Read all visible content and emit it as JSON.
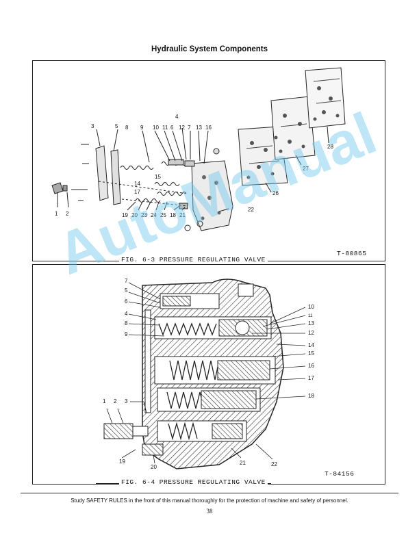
{
  "page": {
    "title": "Hydraulic System Components",
    "footer": "Study SAFETY RULES in the front of this manual thoroughly for the protection of machine and safety of personnel.",
    "page_number": "38"
  },
  "watermark": "AutoManual",
  "figure_1": {
    "caption": "FIG. 6-3  PRESSURE REGULATING VALVE",
    "figure_id": "T-80865",
    "callouts": [
      "1",
      "2",
      "3",
      "4",
      "5",
      "6",
      "7",
      "8",
      "9",
      "10",
      "11",
      "12",
      "13",
      "14",
      "15",
      "16",
      "17",
      "18",
      "19",
      "20",
      "21",
      "22",
      "23",
      "24",
      "25",
      "26",
      "27",
      "28"
    ]
  },
  "figure_2": {
    "caption": "FIG. 6-4  PRESSURE REGULATING VALVE",
    "figure_id": "T-84156",
    "callouts": [
      "1",
      "2",
      "3",
      "4",
      "5",
      "6",
      "7",
      "8",
      "9",
      "10",
      "11",
      "12",
      "13",
      "14",
      "15",
      "16",
      "17",
      "18",
      "19",
      "20",
      "21",
      "22"
    ]
  }
}
